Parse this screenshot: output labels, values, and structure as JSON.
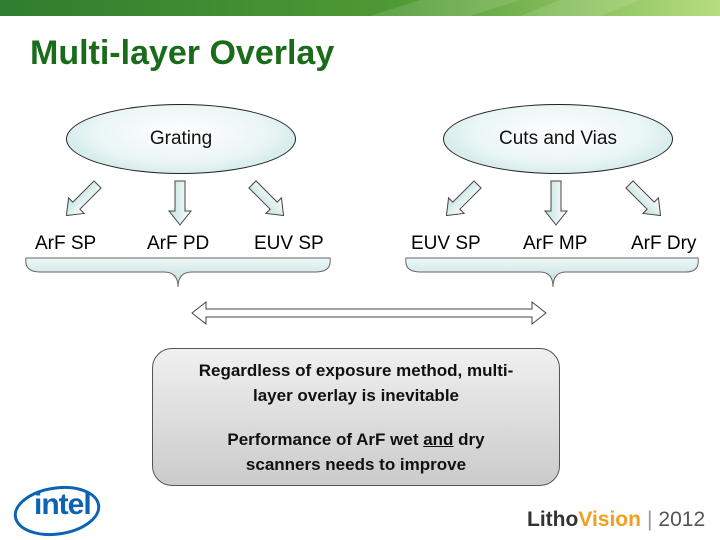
{
  "slide": {
    "title": "Multi-layer Overlay"
  },
  "groups": [
    {
      "label": "Grating",
      "methods": [
        "ArF SP",
        "ArF PD",
        "EUV SP"
      ]
    },
    {
      "label": "Cuts and Vias",
      "methods": [
        "EUV SP",
        "ArF MP",
        "ArF Dry"
      ]
    }
  ],
  "callout": {
    "line1": "Regardless of exposure method, multi-",
    "line2": "layer overlay is inevitable",
    "line3a": "Performance of ArF wet ",
    "line3b": "and",
    "line3c": " dry",
    "line4": "scanners needs to improve"
  },
  "footer": {
    "intel_logo": "intel",
    "brand_litho": "Litho",
    "brand_vision": "Vision",
    "brand_separator": "|",
    "brand_year": "2012"
  },
  "colors": {
    "title": "#1a6b1a",
    "topbar_start": "#2f7d2f",
    "topbar_end": "#b6dd7e",
    "shape_fill": "#d6ecec",
    "intel_blue": "#0b63b4",
    "vision_orange": "#f2a01c"
  }
}
